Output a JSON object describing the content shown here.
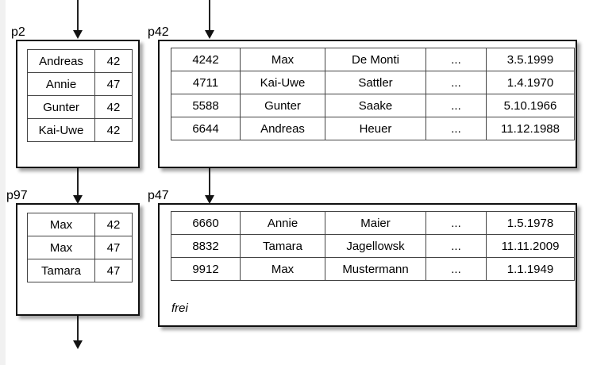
{
  "diagram": {
    "title": "hash-directory-pages-diagram",
    "background_color": "#ffffff",
    "ink_color": "#000000"
  },
  "pages": [
    {
      "id": "p2",
      "label": "p2",
      "kind": "index-page",
      "columns": [
        "name",
        "hash"
      ],
      "rows": [
        {
          "name": "Andreas",
          "hash": "42"
        },
        {
          "name": "Annie",
          "hash": "47"
        },
        {
          "name": "Gunter",
          "hash": "42"
        },
        {
          "name": "Kai-Uwe",
          "hash": "42"
        }
      ],
      "free_label": null
    },
    {
      "id": "p42",
      "label": "p42",
      "kind": "data-page",
      "columns": [
        "id",
        "firstname",
        "lastname",
        "more",
        "date"
      ],
      "rows": [
        {
          "id": "4242",
          "firstname": "Max",
          "lastname": "De Monti",
          "more": "...",
          "date": "3.5.1999"
        },
        {
          "id": "4711",
          "firstname": "Kai-Uwe",
          "lastname": "Sattler",
          "more": "...",
          "date": "1.4.1970"
        },
        {
          "id": "5588",
          "firstname": "Gunter",
          "lastname": "Saake",
          "more": "...",
          "date": "5.10.1966"
        },
        {
          "id": "6644",
          "firstname": "Andreas",
          "lastname": "Heuer",
          "more": "...",
          "date": "11.12.1988"
        }
      ],
      "free_label": null
    },
    {
      "id": "p97",
      "label": "p97",
      "kind": "index-page",
      "columns": [
        "name",
        "hash"
      ],
      "rows": [
        {
          "name": "Max",
          "hash": "42"
        },
        {
          "name": "Max",
          "hash": "47"
        },
        {
          "name": "Tamara",
          "hash": "47"
        }
      ],
      "free_label": null
    },
    {
      "id": "p47",
      "label": "p47",
      "kind": "data-page",
      "columns": [
        "id",
        "firstname",
        "lastname",
        "more",
        "date"
      ],
      "rows": [
        {
          "id": "6660",
          "firstname": "Annie",
          "lastname": "Maier",
          "more": "...",
          "date": "1.5.1978"
        },
        {
          "id": "8832",
          "firstname": "Tamara",
          "lastname": "Jagellowsk",
          "more": "...",
          "date": "11.11.2009"
        },
        {
          "id": "9912",
          "firstname": "Max",
          "lastname": "Mustermann",
          "more": "...",
          "date": "1.1.1949"
        }
      ],
      "free_label": "frei"
    }
  ],
  "arrows": [
    {
      "name": "arrow-into-p2",
      "from": "top-edge",
      "to": "p2"
    },
    {
      "name": "arrow-into-p42",
      "from": "top-edge",
      "to": "p42"
    },
    {
      "name": "arrow-p2-to-p97",
      "from": "p2",
      "to": "p97"
    },
    {
      "name": "arrow-p42-to-p47",
      "from": "p42",
      "to": "p47"
    },
    {
      "name": "arrow-out-of-p97",
      "from": "p97",
      "to": "bottom-edge"
    }
  ]
}
